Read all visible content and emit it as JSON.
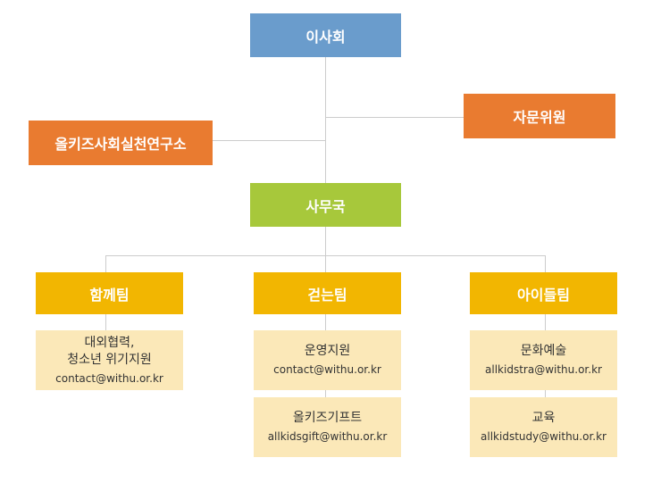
{
  "org": {
    "board": "이사회",
    "advisory": "자문위원",
    "institute": "올키즈사회실천연구소",
    "secretariat": "사무국"
  },
  "teams": [
    {
      "name": "함께팀",
      "units": [
        {
          "title_line1": "대외협력,",
          "title_line2": "청소년 위기지원",
          "email": "contact@withu.or.kr"
        }
      ]
    },
    {
      "name": "걷는팀",
      "units": [
        {
          "title": "운영지원",
          "email": "contact@withu.or.kr"
        },
        {
          "title": "올키즈기프트",
          "email": "allkidsgift@withu.or.kr"
        }
      ]
    },
    {
      "name": "아이들팀",
      "units": [
        {
          "title": "문화예술",
          "email": "allkidstra@withu.or.kr"
        },
        {
          "title": "교육",
          "email": "allkidstudy@withu.or.kr"
        }
      ]
    }
  ],
  "colors": {
    "board": "#6a9ccc",
    "advisory": "#e97b30",
    "secretariat": "#a7c83b",
    "team": "#f2b601",
    "unit": "#fbe8b8",
    "connector": "#cccccc"
  }
}
